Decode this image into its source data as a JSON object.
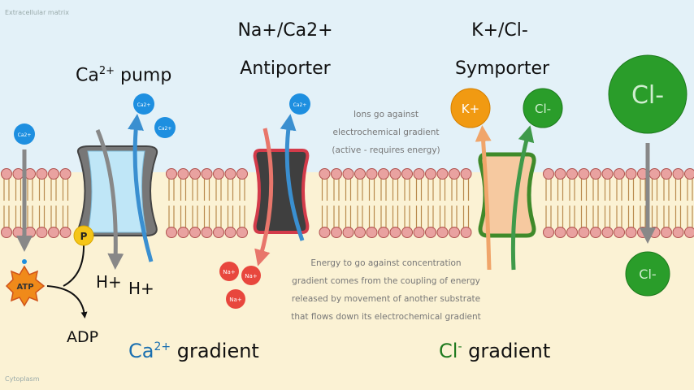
{
  "regions": {
    "top_label": "Extracellular matrix",
    "bottom_label": "Cytoplasm"
  },
  "pump": {
    "title_base": "Ca",
    "title_sup": "2+",
    "title_rest": " pump",
    "ca_ion": "Ca2+",
    "phosphate": "P",
    "atp": "ATP",
    "adp": "ADP",
    "proton_1": "H+",
    "proton_2": "H+"
  },
  "antiporter": {
    "title_line1": "Na+/Ca2+",
    "title_line2": "Antiporter",
    "ca_ion": "Ca2+",
    "na_ion": "Na+"
  },
  "symporter": {
    "title_line1": "K+/Cl-",
    "title_line2": "Symporter",
    "k_ion": "K+",
    "cl_ion": "Cl-"
  },
  "channel": {
    "cl_large": "Cl-",
    "cl_small": "Cl-"
  },
  "notes": {
    "active_1": "Ions go against",
    "active_2": "electrochemical gradient",
    "active_3": "(active - requires energy)",
    "coupling_1": "Energy to go against concentration",
    "coupling_2": "gradient comes from the coupling of energy",
    "coupling_3": "released by movement of another substrate",
    "coupling_4": "that flows down its electrochemical gradient"
  },
  "gradients": {
    "ca_base": "Ca",
    "ca_sup": "2+",
    "ca_rest": " gradient",
    "cl_base": "Cl",
    "cl_sup": "-",
    "cl_rest": " gradient"
  },
  "colors": {
    "extracellular": "#e3f1f8",
    "cytoplasm": "#fbf2d4",
    "ca_ion": "#1e8fe0",
    "na_ion": "#e8473d",
    "k_ion": "#f19a12",
    "cl_ion": "#2a9d2a",
    "pump_body": "#bfe6f7",
    "antiporter_body": "#4a4a4a",
    "symporter_body": "#f6c9a0",
    "lipid_head": "#e9a2a0",
    "ca_gradient_text": "#1a6fb0",
    "cl_gradient_text": "#1f7a1f"
  }
}
